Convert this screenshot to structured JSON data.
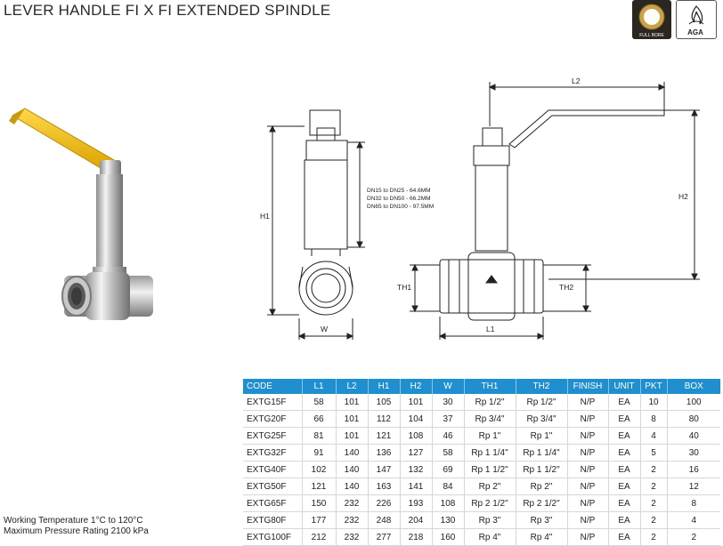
{
  "title": "LEVER HANDLE FI X FI EXTENDED SPINDLE",
  "badges": {
    "full_bore": "FULL BORE",
    "aga": "AGA"
  },
  "drawing": {
    "dn_notes": [
      "DN15 to DN25  - 64.6MM",
      "DN32 to DN50  - 66.2MM",
      "DN65 to DN100 - 97.5MM"
    ],
    "labels": {
      "h1": "H1",
      "w": "W",
      "th1": "TH1",
      "th2": "TH2",
      "l1": "L1",
      "l2": "L2",
      "h2": "H2"
    }
  },
  "table": {
    "headers": [
      "CODE",
      "L1",
      "L2",
      "H1",
      "H2",
      "W",
      "TH1",
      "TH2",
      "FINISH",
      "UNIT",
      "PKT",
      "BOX"
    ],
    "rows": [
      [
        "EXTG15F",
        "58",
        "101",
        "105",
        "101",
        "30",
        "Rp 1/2\"",
        "Rp 1/2\"",
        "N/P",
        "EA",
        "10",
        "100"
      ],
      [
        "EXTG20F",
        "66",
        "101",
        "112",
        "104",
        "37",
        "Rp 3/4\"",
        "Rp 3/4\"",
        "N/P",
        "EA",
        "8",
        "80"
      ],
      [
        "EXTG25F",
        "81",
        "101",
        "121",
        "108",
        "46",
        "Rp 1\"",
        "Rp 1\"",
        "N/P",
        "EA",
        "4",
        "40"
      ],
      [
        "EXTG32F",
        "91",
        "140",
        "136",
        "127",
        "58",
        "Rp 1 1/4\"",
        "Rp 1 1/4\"",
        "N/P",
        "EA",
        "5",
        "30"
      ],
      [
        "EXTG40F",
        "102",
        "140",
        "147",
        "132",
        "69",
        "Rp 1 1/2\"",
        "Rp 1 1/2\"",
        "N/P",
        "EA",
        "2",
        "16"
      ],
      [
        "EXTG50F",
        "121",
        "140",
        "163",
        "141",
        "84",
        "Rp 2\"",
        "Rp 2\"",
        "N/P",
        "EA",
        "2",
        "12"
      ],
      [
        "EXTG65F",
        "150",
        "232",
        "226",
        "193",
        "108",
        "Rp 2 1/2\"",
        "Rp 2 1/2\"",
        "N/P",
        "EA",
        "2",
        "8"
      ],
      [
        "EXTG80F",
        "177",
        "232",
        "248",
        "204",
        "130",
        "Rp 3\"",
        "Rp 3\"",
        "N/P",
        "EA",
        "2",
        "4"
      ],
      [
        "EXTG100F",
        "212",
        "232",
        "277",
        "218",
        "160",
        "Rp 4\"",
        "Rp 4\"",
        "N/P",
        "EA",
        "2",
        "2"
      ]
    ]
  },
  "notes": {
    "working_temperature": "Working Temperature  1°C to 120°C",
    "max_pressure": "Maximum Pressure Rating  2100 kPa"
  },
  "colors": {
    "header_blue": "#1f8fcf",
    "lever_yellow": "#f2c21a"
  }
}
